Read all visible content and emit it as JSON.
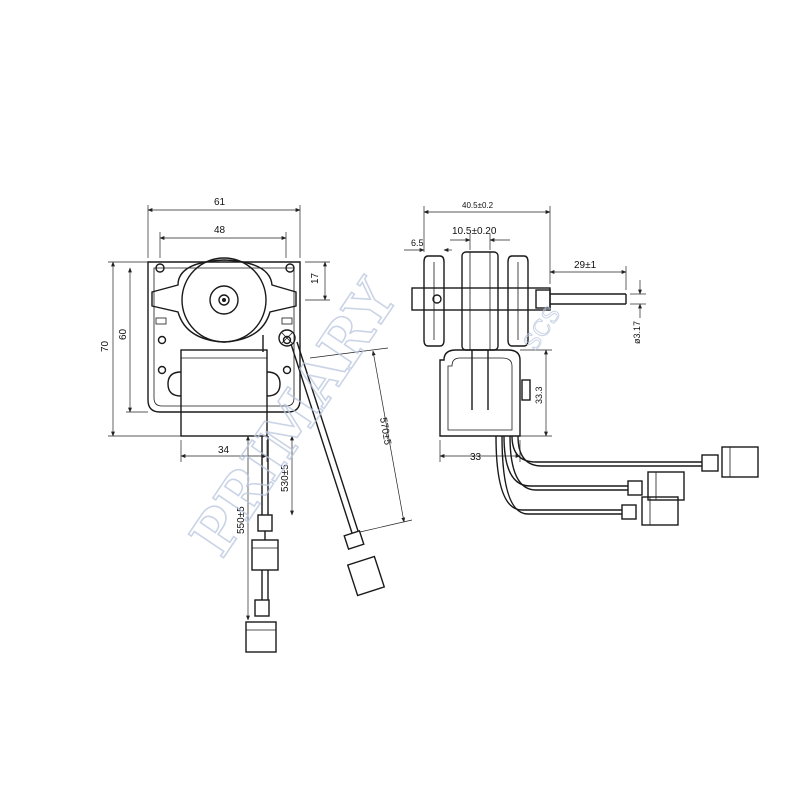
{
  "front_view": {
    "dims": {
      "width_overall": "61",
      "width_inner": "48",
      "height_overall": "70",
      "height_inner": "60",
      "top_offset": "17",
      "coil_width": "34",
      "lead_short": "530±5",
      "lead_long": "550±5",
      "lead_diag": "570±5"
    }
  },
  "side_view": {
    "dims": {
      "width_overall": "40.5±0.2",
      "hub_width": "10.5±0.20",
      "flange": "6.5",
      "shaft_length": "29±1",
      "shaft_diameter": "ø3.17",
      "body_height": "33.3",
      "base_width": "33"
    }
  },
  "watermark": {
    "text": "PRIMARY",
    "subtext": "SCS",
    "color": "#b9c6de"
  }
}
